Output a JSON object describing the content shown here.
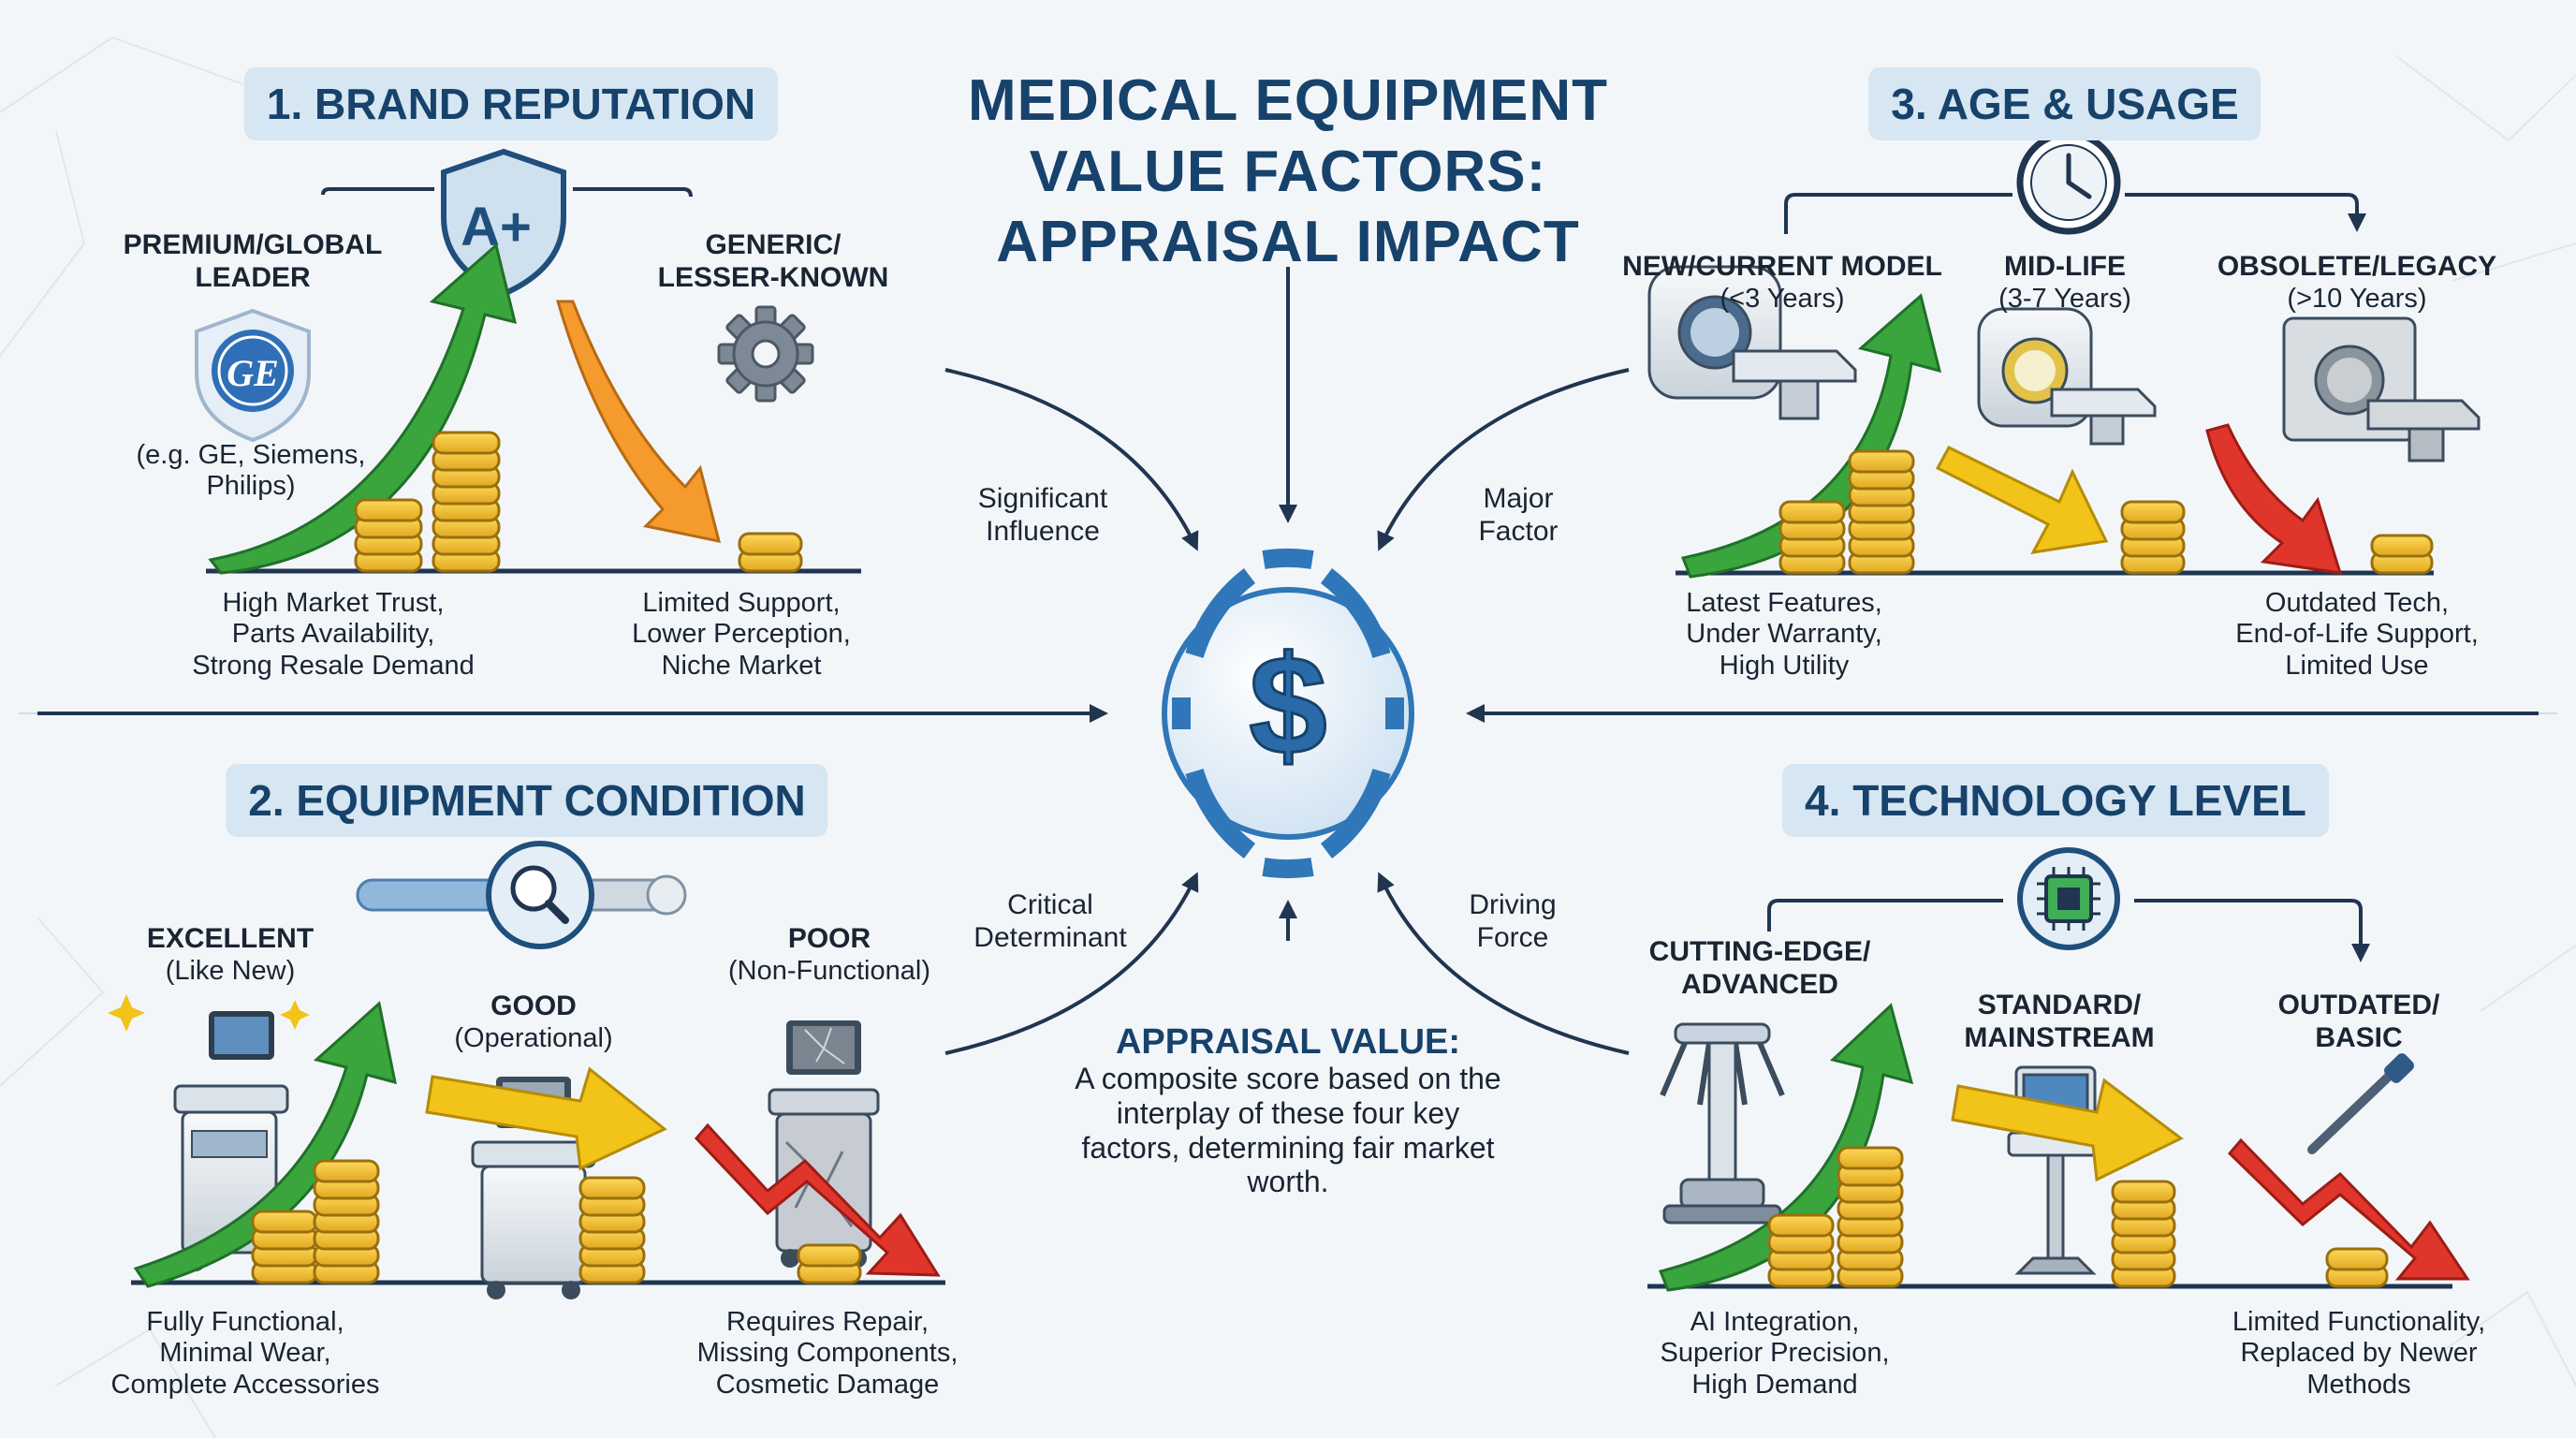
{
  "title": {
    "line1": "MEDICAL EQUIPMENT",
    "line2": "VALUE FACTORS:",
    "line3": "APPRAISAL IMPACT"
  },
  "center": {
    "icon": "dollar-icon",
    "appraisal_title": "APPRAISAL VALUE:",
    "appraisal_desc": "A composite score based on the interplay of these four key factors, determining fair market worth.",
    "connectors": {
      "top_left": [
        "Significant",
        "Influence"
      ],
      "top_right": [
        "Major",
        "Factor"
      ],
      "bottom_left": [
        "Critical",
        "Determinant"
      ],
      "bottom_right": [
        "Driving",
        "Force"
      ]
    }
  },
  "brand": {
    "header": "1. BRAND REPUTATION",
    "icon": "shield-a-plus-icon",
    "shield_text": "A+",
    "premium": {
      "label": [
        "PREMIUM/GLOBAL",
        "LEADER"
      ],
      "example": [
        "(e.g. GE, Siemens,",
        "Philips)"
      ],
      "logo_text": "GE"
    },
    "generic": {
      "label": [
        "GENERIC/",
        "LESSER-KNOWN"
      ]
    },
    "desc_left": [
      "High Market Trust,",
      "Parts Availability,",
      "Strong Resale Demand"
    ],
    "desc_right": [
      "Limited Support,",
      "Lower Perception,",
      "Niche Market"
    ]
  },
  "condition": {
    "header": "2. EQUIPMENT CONDITION",
    "icon": "magnifier-slider-icon",
    "excellent": [
      "EXCELLENT",
      "(Like New)"
    ],
    "good": [
      "GOOD",
      "(Operational)"
    ],
    "poor": [
      "POOR",
      "(Non-Functional)"
    ],
    "desc_left": [
      "Fully Functional,",
      "Minimal Wear,",
      "Complete Accessories"
    ],
    "desc_right": [
      "Requires Repair,",
      "Missing Components,",
      "Cosmetic Damage"
    ]
  },
  "age": {
    "header": "3. AGE & USAGE",
    "icon": "clock-icon",
    "new": [
      "NEW/CURRENT MODEL",
      "(<3 Years)"
    ],
    "mid": [
      "MID-LIFE",
      "(3-7 Years)"
    ],
    "old": [
      "OBSOLETE/LEGACY",
      "(>10 Years)"
    ],
    "desc_left": [
      "Latest Features,",
      "Under Warranty,",
      "High Utility"
    ],
    "desc_right": [
      "Outdated Tech,",
      "End-of-Life Support,",
      "Limited Use"
    ]
  },
  "technology": {
    "header": "4. TECHNOLOGY LEVEL",
    "icon": "chip-icon",
    "cutting": [
      "CUTTING-EDGE/",
      "ADVANCED"
    ],
    "standard": [
      "STANDARD/",
      "MAINSTREAM"
    ],
    "outdated": [
      "OUTDATED/",
      "BASIC"
    ],
    "desc_left": [
      "AI Integration,",
      "Superior Precision,",
      "High Demand"
    ],
    "desc_right": [
      "Limited Functionality,",
      "Replaced by Newer",
      "Methods"
    ]
  },
  "colors": {
    "navy": "#16426b",
    "header_bg": "#d6e6f2",
    "green": "#3aa53c",
    "yellow": "#f2c318",
    "red": "#e0352b",
    "orange": "#f59a2c",
    "gold": "#f3c53a",
    "blue": "#2f77b8"
  }
}
